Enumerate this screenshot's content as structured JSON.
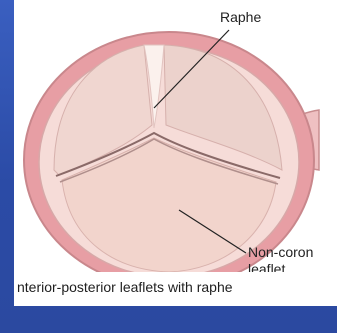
{
  "labels": {
    "raphe": "Raphe",
    "non_coronary": "Non-coron",
    "leaflet": "leaflet"
  },
  "caption": "nterior-posterior leaflets with raphe",
  "colors": {
    "background": "#2b4ba6",
    "annulus": "#e7a0a4",
    "leaflet": "#f3dcd6"
  }
}
